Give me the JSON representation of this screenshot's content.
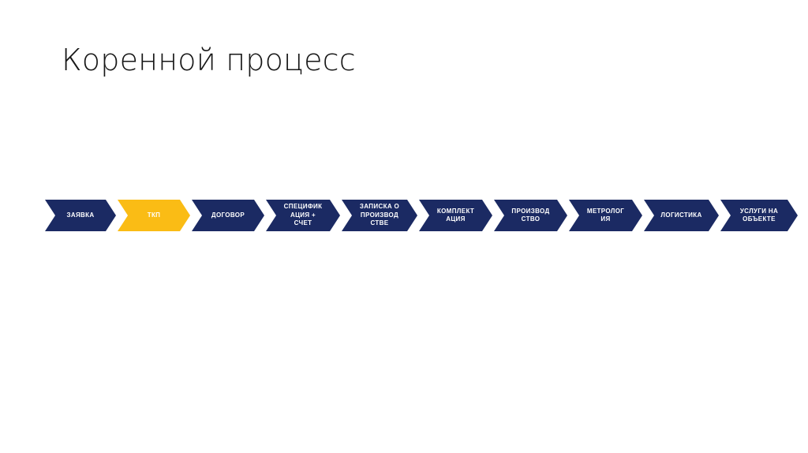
{
  "slide": {
    "title": "Коренной процесс",
    "background_color": "#ffffff",
    "title_color": "#171717"
  },
  "palette": {
    "navy": "#1b2a63",
    "gold": "#fabc15",
    "text_on_navy": "#ffffff",
    "text_on_gold": "#ffffff",
    "separator": "#ffffff"
  },
  "chart_data": {
    "type": "diagram",
    "subtype": "chevron-process-flow",
    "title": "Коренной процесс",
    "orientation": "horizontal",
    "step_count": 10,
    "highlighted_step_index": 1,
    "steps": [
      {
        "index": 1,
        "label": "ЗАЯВКА",
        "color": "#1b2a63",
        "text_color": "#ffffff",
        "width": 90,
        "highlighted": false
      },
      {
        "index": 2,
        "label": "ТКП",
        "color": "#fabc15",
        "text_color": "#ffffff",
        "width": 92,
        "highlighted": true
      },
      {
        "index": 3,
        "label": "ДОГОВОР",
        "color": "#1b2a63",
        "text_color": "#ffffff",
        "width": 92,
        "highlighted": false
      },
      {
        "index": 4,
        "label": "СПЕЦИФИК\nАЦИЯ +\nСЧЕТ",
        "color": "#1b2a63",
        "text_color": "#ffffff",
        "width": 94,
        "highlighted": false
      },
      {
        "index": 5,
        "label": "ЗАПИСКА О\nПРОИЗВОД\nСТВЕ",
        "color": "#1b2a63",
        "text_color": "#ffffff",
        "width": 96,
        "highlighted": false
      },
      {
        "index": 6,
        "label": "КОМПЛЕКТ\nАЦИЯ",
        "color": "#1b2a63",
        "text_color": "#ffffff",
        "width": 93,
        "highlighted": false
      },
      {
        "index": 7,
        "label": "ПРОИЗВОД\nСТВО",
        "color": "#1b2a63",
        "text_color": "#ffffff",
        "width": 93,
        "highlighted": false
      },
      {
        "index": 8,
        "label": "МЕТРОЛОГ\nИЯ",
        "color": "#1b2a63",
        "text_color": "#ffffff",
        "width": 93,
        "highlighted": false
      },
      {
        "index": 9,
        "label": "ЛОГИСТИКА",
        "color": "#1b2a63",
        "text_color": "#ffffff",
        "width": 95,
        "highlighted": false
      },
      {
        "index": 10,
        "label": "УСЛУГИ НА\nОБЪЕКТЕ",
        "color": "#1b2a63",
        "text_color": "#ffffff",
        "width": 98,
        "highlighted": false
      }
    ]
  }
}
